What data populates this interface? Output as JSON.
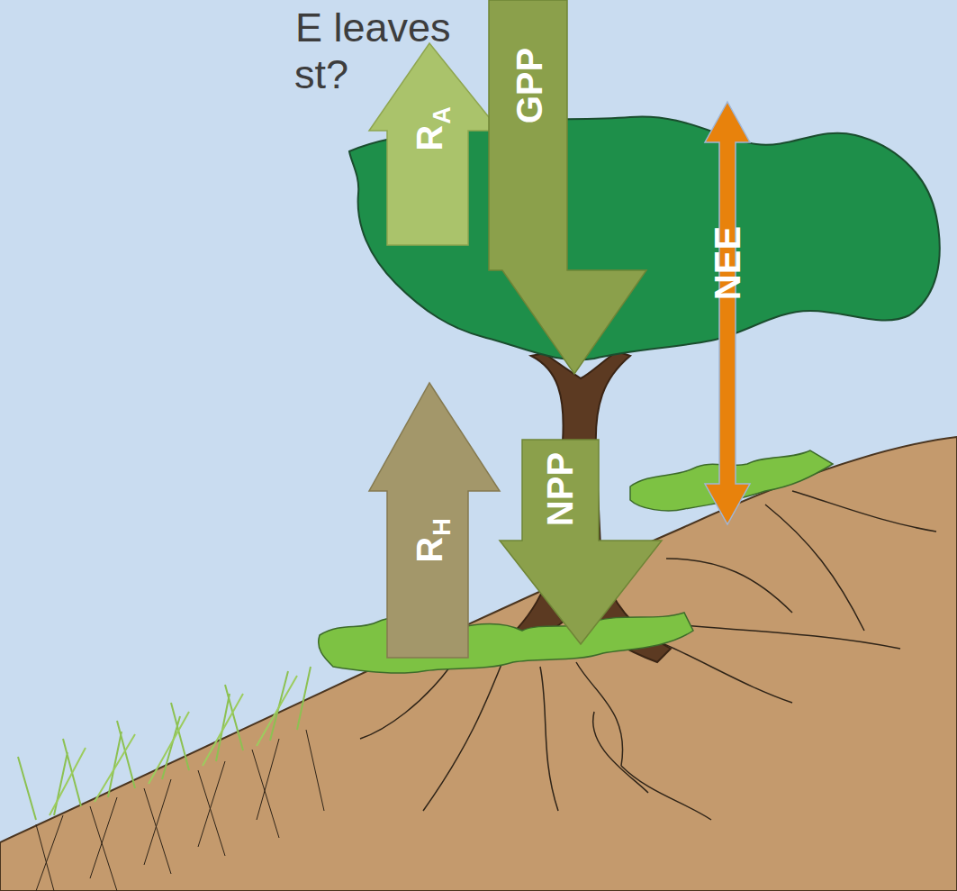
{
  "diagram": {
    "nodes": [
      {
        "text": [
          "R",
          "A"
        ]
      },
      {
        "text": [
          "GPP"
        ]
      },
      {
        "text": [
          "NEE"
        ]
      },
      {
        "text": [
          "NPP"
        ]
      },
      {
        "text": [
          "R",
          "H"
        ]
      }
    ],
    "labels": [
      "E leaves",
      "st?"
    ]
  }
}
